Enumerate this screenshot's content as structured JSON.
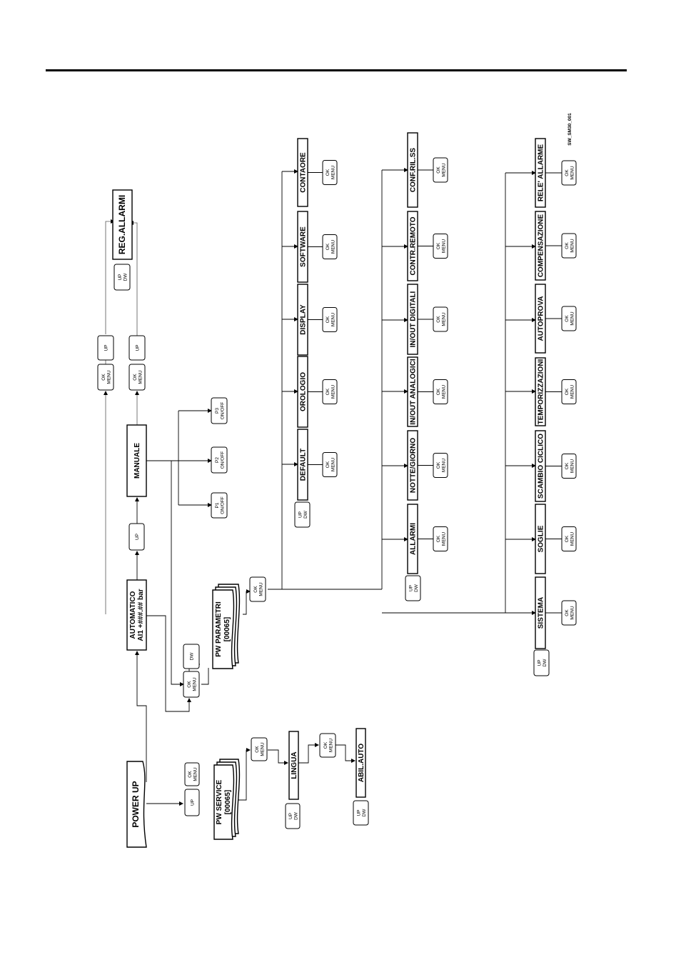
{
  "diagram": {
    "figure_id": "SW_SM30_001",
    "keys": {
      "ok": "OK",
      "menu": "MENU",
      "up": "UP",
      "dw": "DW",
      "p1": "P1",
      "p2": "P2",
      "p3": "P3",
      "onoff": "ON/OFF"
    },
    "nodes": {
      "power_up": "POWER UP",
      "pw_service": "PW SERVICE",
      "pw_service_code": "[00065]",
      "lingua": "LINGUA",
      "abil_auto": "ABIL.AUTO",
      "automatico": "AUTOMATICO",
      "automatico_value": "AI1 +###.## bar",
      "manuale": "MANUALE",
      "reg_allarmi": "REG.ALLARMI",
      "pw_parametri": "PW PARAMETRI",
      "pw_parametri_code": "[00065]"
    },
    "column1": [
      "DEFAULT",
      "OROLOGIO",
      "DISPLAY",
      "SOFTWARE",
      "CONTAORE"
    ],
    "column2": [
      "ALLARMI",
      "NOTTE/GIORNO",
      "IN/OUT ANALOGICI",
      "IN/OUT DIGITALI",
      "CONTR.REMOTO",
      "CONF.RIL.SS"
    ],
    "column3": [
      "SISTEMA",
      "SOGLIE",
      "SCAMBIO CICLICO",
      "TEMPORIZZAZIONI",
      "AUTOPROVA",
      "COMPENSAZIONE",
      "RELE' ALLARME"
    ]
  }
}
